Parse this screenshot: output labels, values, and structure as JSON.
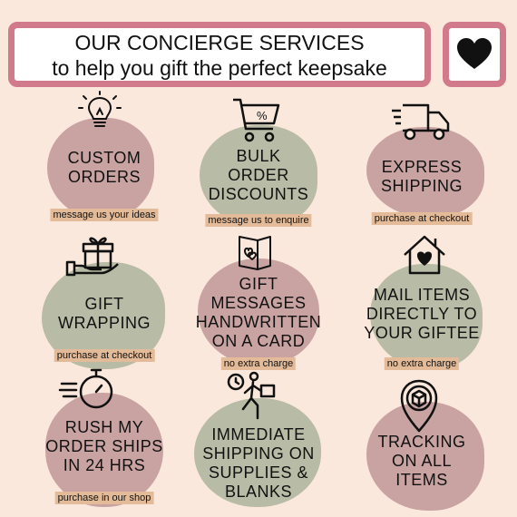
{
  "header": {
    "line1": "OUR CONCIERGE SERVICES",
    "line2": "to help you gift the perfect keepsake"
  },
  "services": [
    {
      "label1": "CUSTOM",
      "label2": "ORDERS",
      "note": "message us your ideas",
      "icon": "lightbulb-icon",
      "color": "#c9a3a2"
    },
    {
      "label1": "BULK",
      "label2": "ORDER",
      "label3": "DISCOUNTS",
      "note": "message us to enquire",
      "icon": "shopping-cart-icon",
      "color": "#b8bba5"
    },
    {
      "label1": "EXPRESS",
      "label2": "SHIPPING",
      "note": "purchase at checkout",
      "icon": "delivery-truck-icon",
      "color": "#c9a3a2"
    },
    {
      "label1": "GIFT",
      "label2": "WRAPPING",
      "note": "purchase at checkout",
      "icon": "gift-in-hand-icon",
      "color": "#b8bba5"
    },
    {
      "label1": "GIFT",
      "label2": "MESSAGES",
      "label3": "HANDWRITTEN",
      "label4": "ON A CARD",
      "note": "no extra charge",
      "icon": "greeting-card-icon",
      "color": "#c9a3a2"
    },
    {
      "label1": "MAIL ITEMS",
      "label2": "DIRECTLY TO",
      "label3": "YOUR GIFTEE",
      "note": "no extra charge",
      "icon": "home-heart-icon",
      "color": "#b8bba5"
    },
    {
      "label1": "RUSH MY",
      "label2": "ORDER SHIPS",
      "label3": "IN 24 HRS",
      "note": "purchase in our shop",
      "icon": "fast-stopwatch-icon",
      "color": "#c9a3a2"
    },
    {
      "label1": "IMMEDIATE",
      "label2": "SHIPPING ON",
      "label3": "SUPPLIES &",
      "label4": "BLANKS",
      "note": "",
      "icon": "running-courier-icon",
      "color": "#b8bba5"
    },
    {
      "label1": "TRACKING",
      "label2": "ON ALL",
      "label3": "ITEMS",
      "note": "",
      "icon": "location-pin-box-icon",
      "color": "#c9a3a2"
    }
  ],
  "colors": {
    "background": "#fbe8dc",
    "border": "#d17a8c",
    "note_bg": "#e3bb99"
  }
}
